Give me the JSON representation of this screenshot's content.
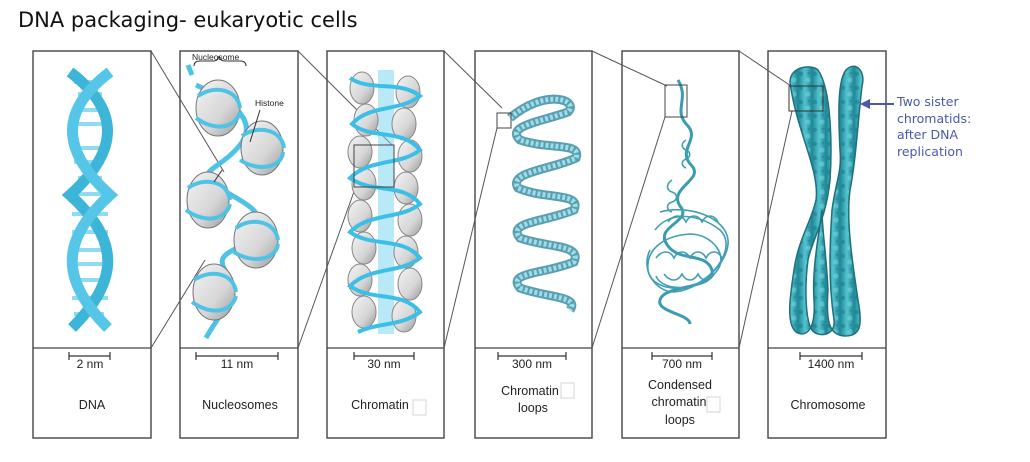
{
  "title": "DNA packaging- eukaryotic cells",
  "panels": [
    {
      "scale": "2 nm",
      "name_lines": [
        "DNA"
      ]
    },
    {
      "scale": "11 nm",
      "name_lines": [
        "Nucleosomes"
      ]
    },
    {
      "scale": "30 nm",
      "name_lines": [
        "Chromatin"
      ]
    },
    {
      "scale": "300 nm",
      "name_lines": [
        "Chromatin",
        "loops"
      ]
    },
    {
      "scale": "700 nm",
      "name_lines": [
        "Condensed",
        "chromatin",
        "loops"
      ]
    },
    {
      "scale": "1400 nm",
      "name_lines": [
        "Chromosome"
      ]
    }
  ],
  "labels": {
    "nucleosome": "Nucleosome",
    "histone": "Histone"
  },
  "annotation": {
    "lines": [
      "Two sister",
      "chromatids:",
      "after DNA",
      "replication"
    ]
  },
  "colors": {
    "dna": "#4fc3e6",
    "dna_dark": "#2a9fc4",
    "histone": "#e2e2e2",
    "chromosome": "#4bb6c4",
    "annotation": "#4a5aa8"
  }
}
